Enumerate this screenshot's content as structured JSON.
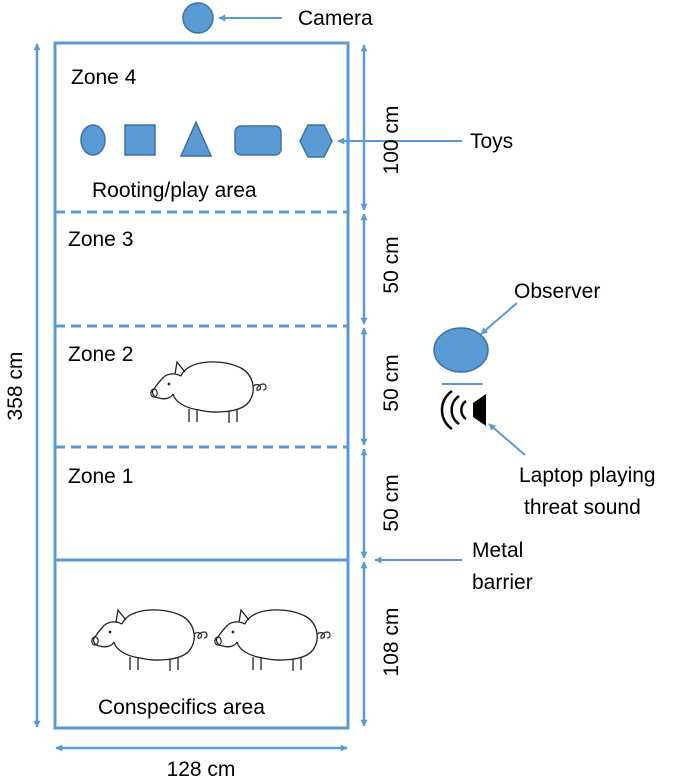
{
  "diagram": {
    "labels": {
      "camera": "Camera",
      "toys": "Toys",
      "observer": "Observer",
      "laptop_line1": "Laptop playing",
      "laptop_line2": "threat sound",
      "barrier_line1": "Metal",
      "barrier_line2": "barrier"
    },
    "zones": {
      "zone4": "Zone 4",
      "zone3": "Zone 3",
      "zone2": "Zone 2",
      "zone1": "Zone 1",
      "rooting_area": "Rooting/play area",
      "conspecifics_area": "Conspecifics area"
    },
    "dimensions": {
      "total_length": "358 cm",
      "width": "128 cm",
      "zone4_length": "100 cm",
      "zone3_length": "50 cm",
      "zone2_length": "50 cm",
      "zone1_length": "50 cm",
      "conspecifics_length": "108 cm"
    },
    "toy_shapes": [
      "circle-icon",
      "square-icon",
      "triangle-icon",
      "rounded-rectangle-icon",
      "hexagon-icon"
    ],
    "colors": {
      "line": "#5b9bd5",
      "fill": "#5b9bd5",
      "fill_stroke": "#41719c",
      "text": "#000000"
    }
  }
}
